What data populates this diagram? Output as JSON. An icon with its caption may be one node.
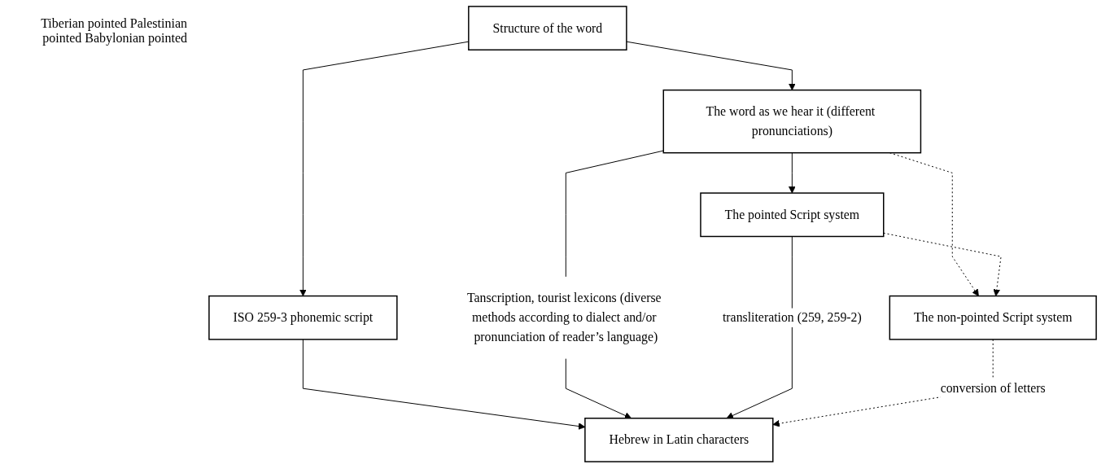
{
  "diagram": {
    "nodes": [
      {
        "text": [
          "Structure of the word"
        ]
      },
      {
        "text": [
          "ISO 259-3 phonemic script"
        ]
      },
      {
        "text": [
          "The word as we hear it (different pronunciations)"
        ]
      },
      {
        "text": [
          "The pointed Script system"
        ]
      },
      {
        "text": [
          "Hebrew in Latin characters"
        ]
      },
      {
        "text": [
          "The non-pointed Script system"
        ]
      },
      {
        "text": [
          "Tanscription, tourist lexicons (diverse methods according to dialect and/or pronunciation of reader’s language)"
        ]
      }
    ],
    "edges": [
      {
        "from": 0,
        "to": 1,
        "arrow": "to"
      },
      {
        "from": 0,
        "to": 2,
        "arrow": "to"
      },
      {
        "from": 1,
        "to": 4,
        "arrow": "to"
      },
      {
        "from": 2,
        "to": 3,
        "arrow": "to"
      },
      {
        "from": 2,
        "to": 6,
        "arrow": "none"
      },
      {
        "from": 6,
        "to": 4,
        "arrow": "to"
      },
      {
        "from": 3,
        "to": 4,
        "arrow": "to",
        "label": "transliteration (259, 259-2)"
      },
      {
        "from": 2,
        "to": 5,
        "arrow": "to",
        "style": "dashed"
      },
      {
        "from": 3,
        "to": 5,
        "arrow": "to",
        "style": "dashed"
      },
      {
        "from": 5,
        "to": 4,
        "arrow": "to",
        "style": "dashed",
        "label": "conversion  of letters"
      }
    ],
    "labels": [
      "Tiberian pointed Palestinian pointed Babylonian pointed"
    ]
  }
}
